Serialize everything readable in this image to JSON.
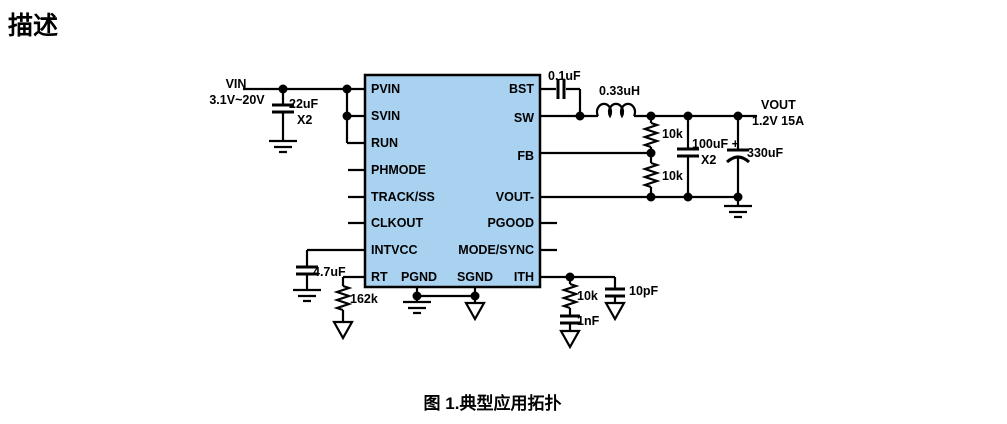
{
  "page": {
    "title": "描述",
    "figure_caption": "图 1.典型应用拓扑"
  },
  "colors": {
    "ic_fill": "#a9d2f0",
    "ic_border": "#000000",
    "wire": "#000000",
    "text": "#000000"
  },
  "ic": {
    "left_pins": [
      "PVIN",
      "SVIN",
      "RUN",
      "PHMODE",
      "TRACK/SS",
      "CLKOUT",
      "INTVCC",
      "RT"
    ],
    "right_pins": [
      "BST",
      "SW",
      "FB",
      "VOUT-",
      "PGOOD",
      "MODE/SYNC",
      "ITH"
    ],
    "bottom_pins": [
      "PGND",
      "SGND"
    ]
  },
  "components": {
    "vin_label": "VIN",
    "vin_range": "3.1V~20V",
    "input_cap": "22uF",
    "input_cap_qty": "X2",
    "bst_cap": "0.1uF",
    "inductor": "0.33uH",
    "fb_top_resistor": "10k",
    "fb_bottom_resistor": "10k",
    "output_cap1": "100uF +",
    "output_cap1_qty": "X2",
    "output_cap2": "330uF",
    "vout_label": "VOUT",
    "vout_rating": "1.2V 15A",
    "intvcc_cap": "4.7uF",
    "rt_resistor": "162k",
    "ith_resistor": "10k",
    "ith_cap": "1nF",
    "ith_comp_cap": "10pF"
  }
}
